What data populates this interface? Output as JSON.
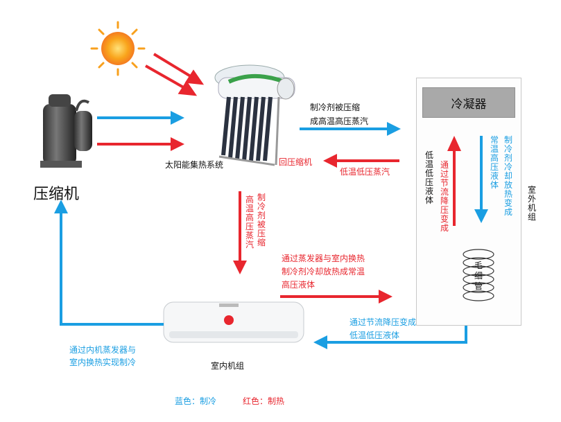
{
  "labels": {
    "compressor": "压缩机",
    "solar_system": "太阳能集热系统",
    "compress_top": [
      "制冷剂被压缩",
      "成高温高压蒸汽"
    ],
    "return_compressor": "回压缩机",
    "low_temp_vapor": "低温低压蒸汽",
    "vertical_red_left": "高温高压蒸汽",
    "vertical_red_right": "制冷剂被压缩",
    "evaporator_text": [
      "通过蒸发器与室内换热",
      "制冷剂冷却放热成常温",
      "高压液体"
    ],
    "condenser": "冷凝器",
    "outdoor_unit": "室外机组",
    "normal_temp_liquid": "常温高压液体",
    "cooling_changes": "制冷剂冷却放热变成",
    "low_liquid": "低温低压液体",
    "throttle": "通过节流降压变成",
    "capillary": "毛细管",
    "throttle_bottom": [
      "通过节流降压变成",
      "低温低压液体"
    ],
    "indoor_left": [
      "通过内机蒸发器与",
      "室内换热实现制冷"
    ],
    "indoor_unit": "室内机组",
    "legend_blue": "蓝色：制冷",
    "legend_red": "红色：制热"
  },
  "colors": {
    "red": "#e8262e",
    "blue": "#1a9ee2",
    "condenser": "#a9a9a9"
  }
}
